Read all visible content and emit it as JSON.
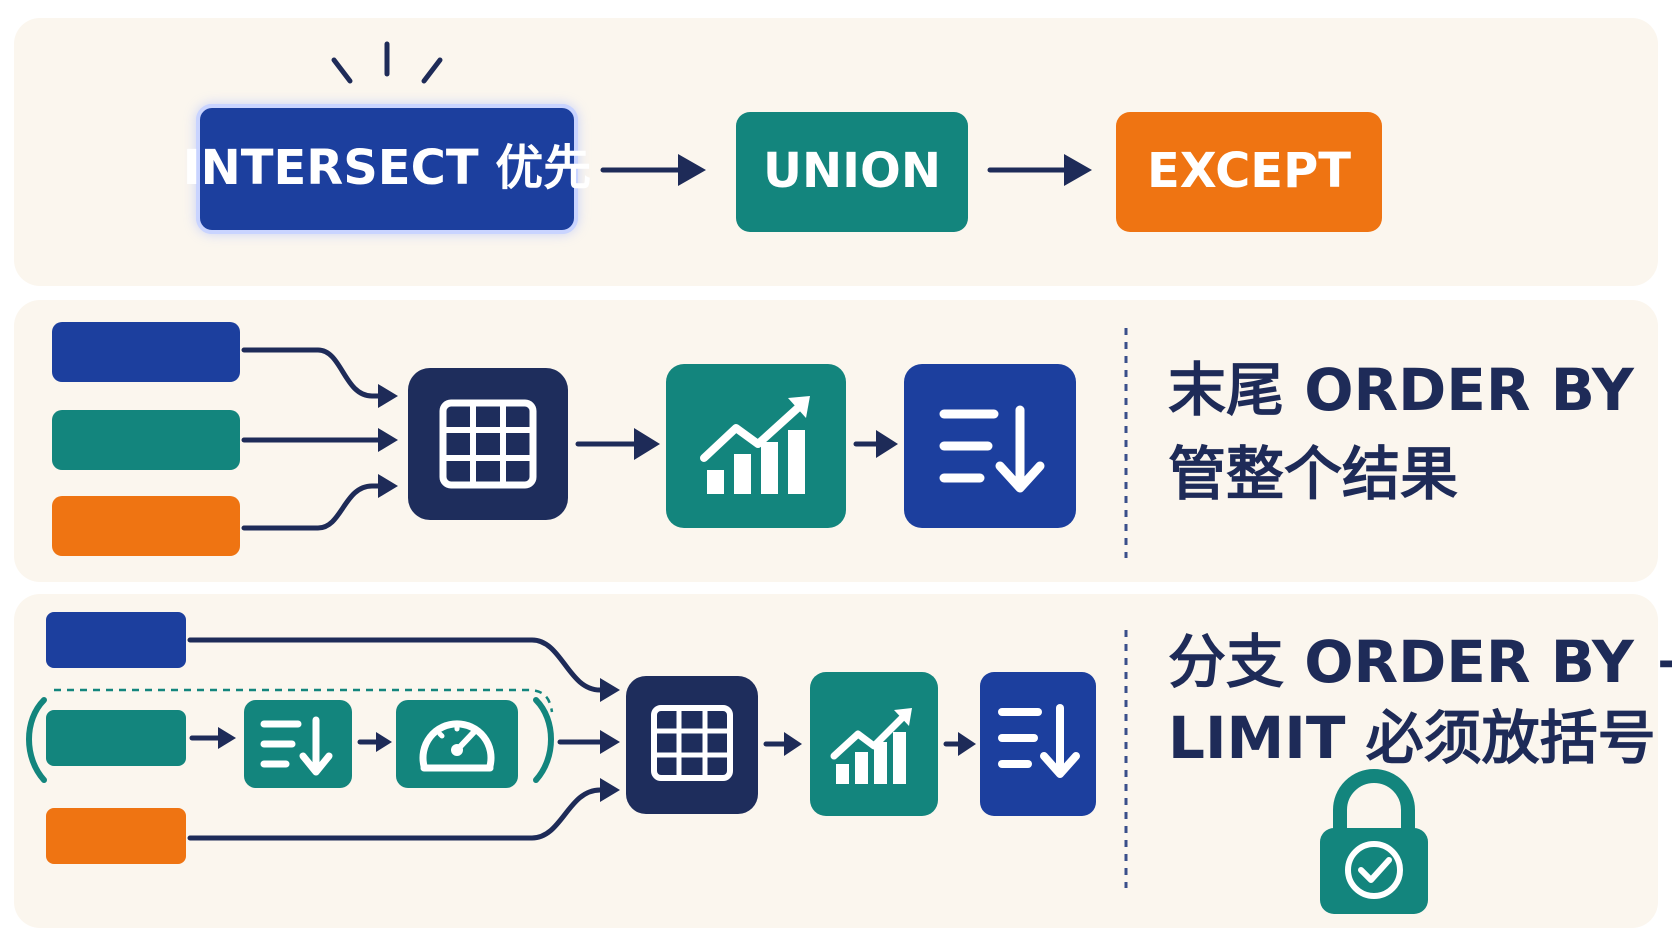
{
  "precedence": {
    "step1": "INTERSECT 优先",
    "step2": "UNION",
    "step3": "EXCEPT"
  },
  "final_order": {
    "line1": "末尾 ORDER BY",
    "line2": "管整个结果"
  },
  "branch_order": {
    "line1": "分支 ORDER BY +",
    "line2": "LIMIT 必须放括号"
  },
  "colors": {
    "intersect": "#1c3f9e",
    "union": "#13857d",
    "except": "#ef7412",
    "combine": "#1e2d5c",
    "text": "#1e2b58"
  },
  "icons": [
    "grid-icon",
    "chart-up-icon",
    "sort-down-icon",
    "gauge-icon",
    "lock-check-icon",
    "highlight-rays-icon"
  ]
}
